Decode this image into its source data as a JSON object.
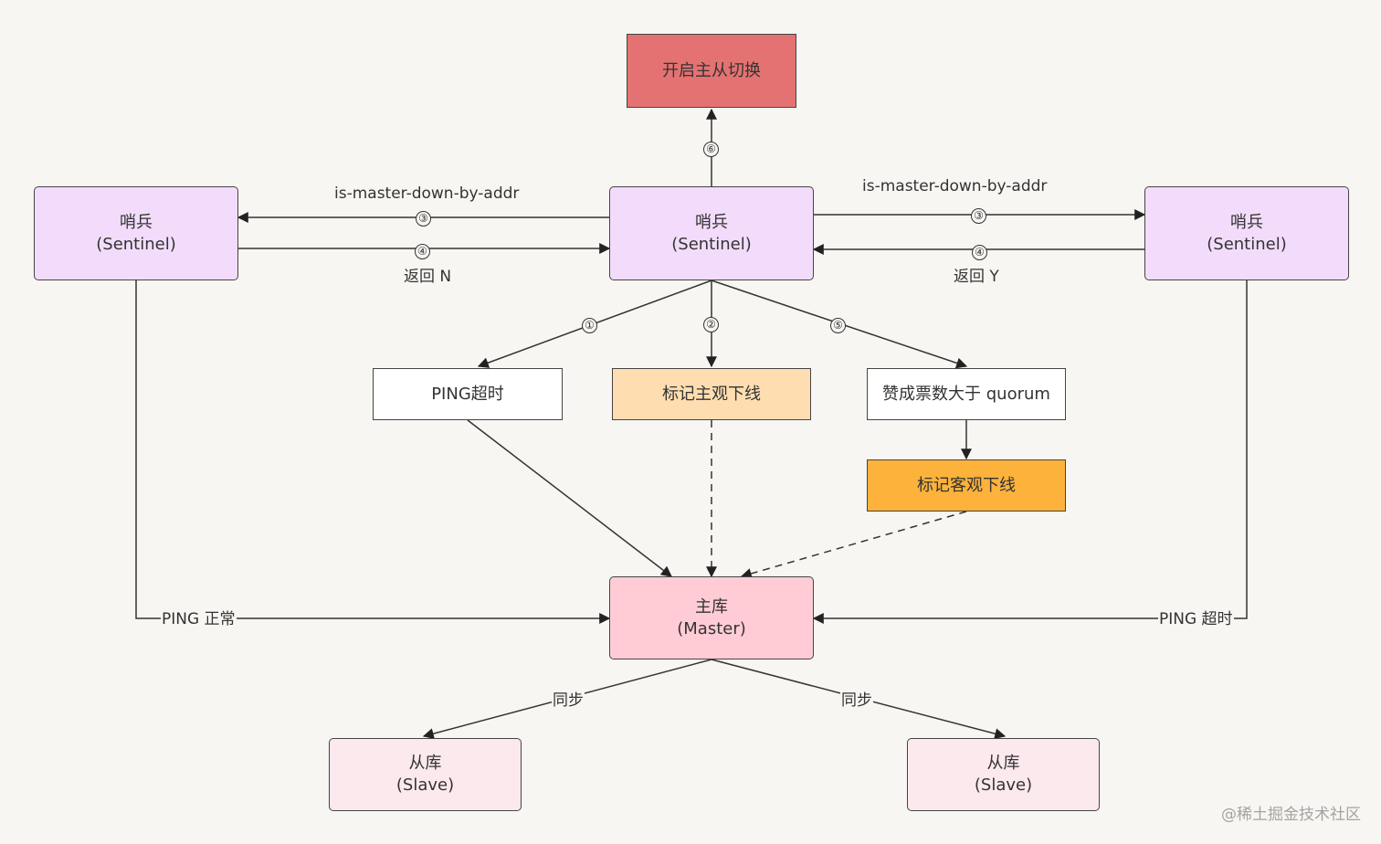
{
  "nodes": {
    "failover": "开启主从切换",
    "sentinel_left": {
      "line1": "哨兵",
      "line2": "(Sentinel)"
    },
    "sentinel_center": {
      "line1": "哨兵",
      "line2": "(Sentinel)"
    },
    "sentinel_right": {
      "line1": "哨兵",
      "line2": "(Sentinel)"
    },
    "ping_timeout": "PING超时",
    "mark_sdown": "标记主观下线",
    "votes_quorum": "赞成票数大于 quorum",
    "mark_odown": "标记客观下线",
    "master": {
      "line1": "主库",
      "line2": "(Master)"
    },
    "slave_left": {
      "line1": "从库",
      "line2": "(Slave)"
    },
    "slave_right": {
      "line1": "从库",
      "line2": "(Slave)"
    }
  },
  "labels": {
    "ask_left": "is-master-down-by-addr",
    "ask_right": "is-master-down-by-addr",
    "reply_left": "返回 N",
    "reply_right": "返回 Y",
    "ping_ok": "PING 正常",
    "ping_timeout": "PING 超时",
    "sync_left": "同步",
    "sync_right": "同步"
  },
  "steps": {
    "s1": "①",
    "s2": "②",
    "s3a": "③",
    "s3b": "③",
    "s4a": "④",
    "s4b": "④",
    "s5": "⑤",
    "s6": "⑥"
  },
  "watermark": "@稀土掘金技术社区",
  "colors": {
    "background": "#f7f6f2",
    "sentinel": "#f3dcfb",
    "master": "#ffccd6",
    "slave": "#fbe9ee",
    "failover": "#e57272",
    "subjective_down": "#fedeb0",
    "objective_down": "#fdb23c"
  }
}
